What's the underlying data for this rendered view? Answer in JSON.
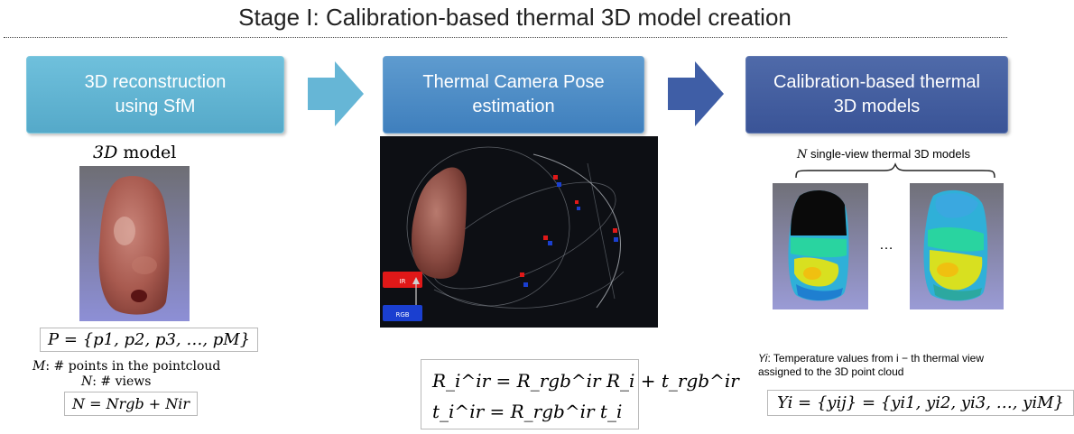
{
  "title": "Stage I: Calibration-based thermal 3D model creation",
  "stages": [
    {
      "line1": "3D reconstruction",
      "line2": "using SfM",
      "color": "#5fb3d2"
    },
    {
      "line1": "Thermal Camera Pose",
      "line2": "estimation",
      "color": "#4a8ac5"
    },
    {
      "line1": "Calibration-based thermal",
      "line2": "3D models",
      "color": "#4560a0"
    }
  ],
  "left": {
    "model_label_italic": "3D",
    "model_label_rest": " model",
    "p_formula": "P = {p1, p2, p3, …, pM}",
    "m_desc_var": "M",
    "m_desc_text": ":  # points in the pointcloud",
    "n_desc_var": "N",
    "n_desc_text": ":  # views",
    "n_formula": "N = Nrgb + Nir"
  },
  "middle": {
    "ir_label": "IR",
    "rgb_label": "RGB",
    "formula_line1": "R_i^ir = R_rgb^ir R_i + t_rgb^ir",
    "formula_line2": "t_i^ir = R_rgb^ir t_i",
    "colors": {
      "ir": "#e01818",
      "rgb": "#1a3fd0",
      "scene_bg": "#0d0f14"
    }
  },
  "right": {
    "brace_var": "N",
    "brace_text": " single-view thermal 3D models",
    "ellipsis": "…",
    "y_desc_var": "Yi",
    "y_desc_line1": ": Temperature values from i − th thermal view",
    "y_desc_line2": "assigned to the 3D point cloud",
    "y_formula": "Yi = {yij} = {yi1, yi2, yi3, …, yiM}"
  },
  "icons": {
    "arrow1": "right-arrow-icon",
    "arrow2": "right-arrow-icon"
  }
}
